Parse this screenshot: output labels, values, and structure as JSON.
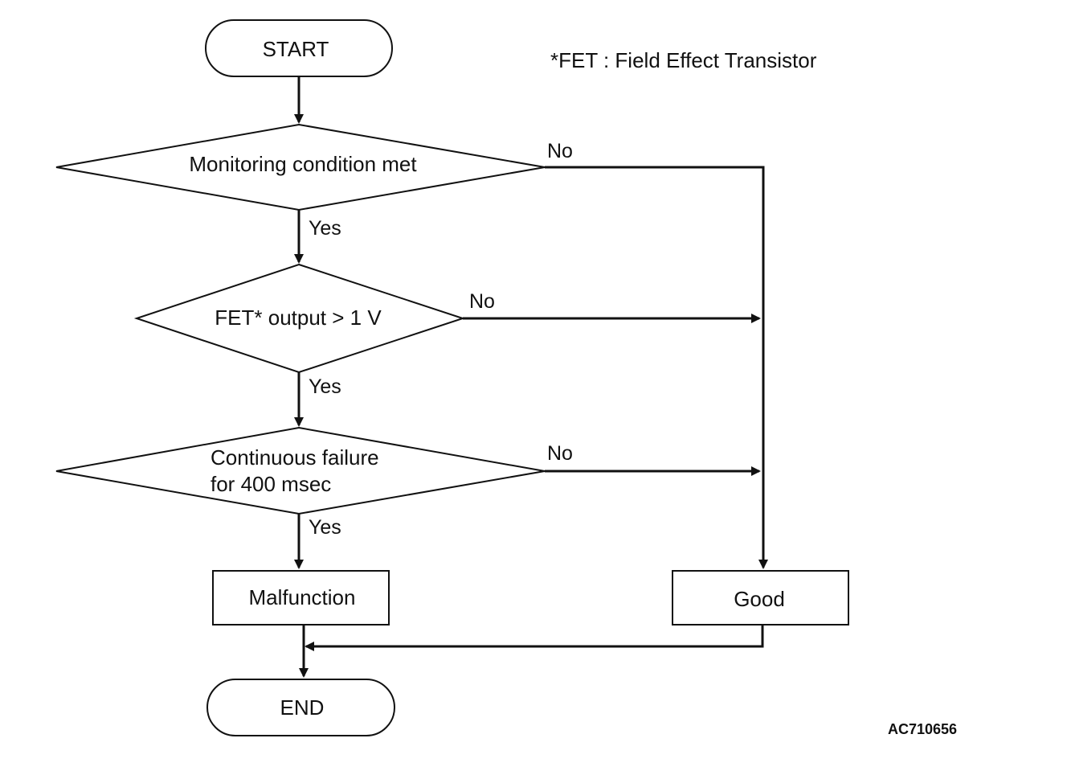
{
  "note": "*FET : Field Effect Transistor",
  "figure_id": "AC710656",
  "nodes": {
    "start": "START",
    "monitoring_condition": "Monitoring condition met",
    "fet_output": "FET* output > 1 V",
    "continuous_failure_line1": "Continuous failure",
    "continuous_failure_line2": "for 400 msec",
    "malfunction": "Malfunction",
    "good": "Good",
    "end": "END"
  },
  "edge_labels": {
    "monitoring_yes": "Yes",
    "monitoring_no": "No",
    "fet_yes": "Yes",
    "fet_no": "No",
    "continuous_yes": "Yes",
    "continuous_no": "No"
  }
}
